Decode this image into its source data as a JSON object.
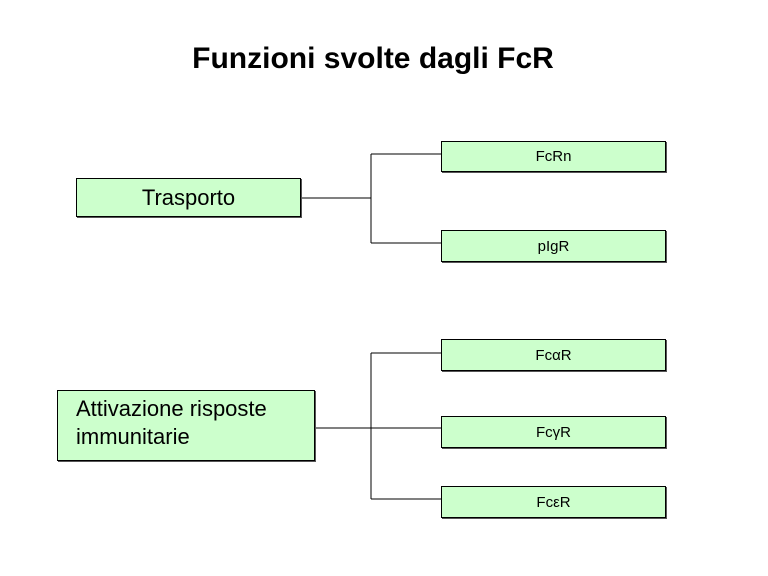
{
  "title": "Funzioni svolte dagli FcR",
  "colors": {
    "box_fill": "#ccffcc",
    "box_border": "#000000",
    "line": "#000000"
  },
  "groups": [
    {
      "parent": "Trasporto",
      "children": [
        "FcRn",
        "pIgR"
      ]
    },
    {
      "parent_lines": [
        "Attivazione risposte",
        "immunitarie"
      ],
      "children": [
        "FcαR",
        "FcγR",
        "FcεR"
      ]
    }
  ]
}
